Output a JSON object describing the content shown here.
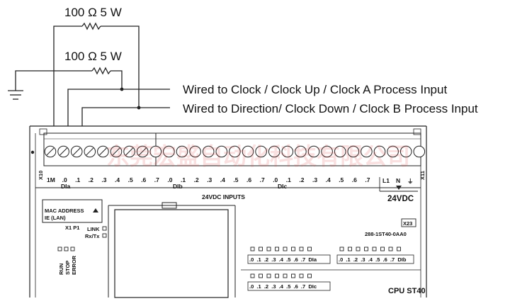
{
  "resistors": {
    "r1_label": "100 Ω 5 W",
    "r2_label": "100 Ω 5 W"
  },
  "wires": {
    "clock": "Wired to Clock /  Clock Up / Clock A Process Input",
    "direction": "Wired to Direction/  Clock Down / Clock B Process Input"
  },
  "plc": {
    "watermark": "东莞宏盛自动化科技有限公司",
    "x10": "X10",
    "x11": "X11",
    "input_terms": [
      "1M",
      ".0",
      ".1",
      ".2",
      ".3",
      ".4",
      ".5",
      ".6",
      ".7",
      ".0",
      ".1",
      ".2",
      ".3",
      ".4",
      ".5",
      ".6",
      ".7",
      ".0",
      ".1",
      ".2",
      ".3",
      ".4",
      ".5",
      ".6",
      ".7"
    ],
    "group_dia": "DIa",
    "group_dib": "DIb",
    "group_dic": "DIc",
    "inputs_label": "24VDC INPUTS",
    "power_terms": [
      "L1",
      "N",
      "⏚"
    ],
    "power_label": "24VDC",
    "mac_address": "MAC ADDRESS",
    "ie_lan": "IE (LAN)",
    "x1p1": "X1 P1",
    "link": "LINK",
    "rxtx": "Rx/Tx",
    "x23": "X23",
    "model": "288-1ST40-0AA0",
    "status": [
      "RUN",
      "STOP",
      "ERROR"
    ],
    "io_dia": ".0  .1  .2  .3  .4  .5  .6  .7  DIa",
    "io_dib": ".0  .1  .2  .3  .4  .5  .6  .7  DIb",
    "io_dic": ".0  .1  .2  .3  .4  .5  .6  .7  DIc",
    "cpu": "CPU ST40"
  }
}
